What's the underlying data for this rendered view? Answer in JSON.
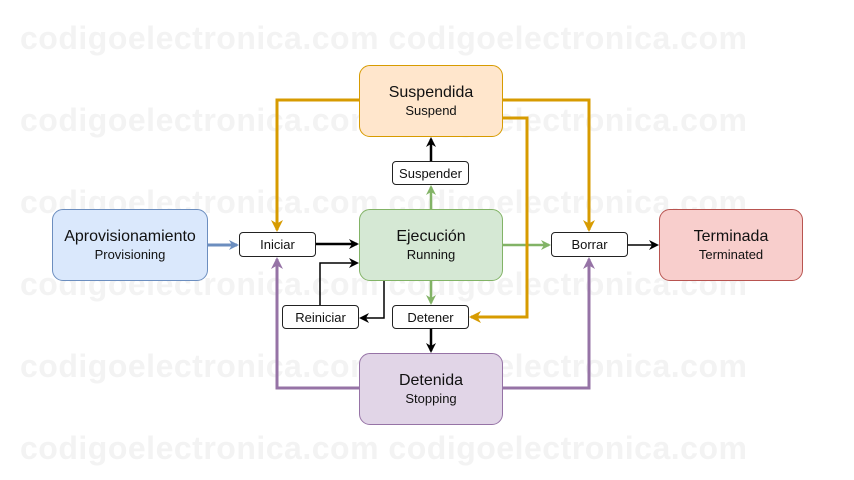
{
  "watermark": {
    "lines": [
      "codigoelectronica.com codigoelectronica.com",
      "codigoelectronica.com codigoelectronica.com",
      "codigoelectronica.com codigoelectronica.com",
      "codigoelectronica.com codigoelectronica.com",
      "codigoelectronica.com codigoelectronica.com",
      "codigoelectronica.com codigoelectronica.com"
    ]
  },
  "colors": {
    "provisioning_fill": "#dae8fc",
    "provisioning_stroke": "#6c8ebf",
    "suspend_fill": "#ffe6cc",
    "suspend_stroke": "#d79b00",
    "running_fill": "#d5e8d4",
    "running_stroke": "#82b366",
    "stopping_fill": "#e1d5e7",
    "stopping_stroke": "#9673a6",
    "terminated_fill": "#f8cecc",
    "terminated_stroke": "#b85450",
    "black_edge": "#000000"
  },
  "states": {
    "provisioning": {
      "title": "Aprovisionamiento",
      "subtitle": "Provisioning"
    },
    "suspend": {
      "title": "Suspendida",
      "subtitle": "Suspend"
    },
    "running": {
      "title": "Ejecución",
      "subtitle": "Running"
    },
    "stopping": {
      "title": "Detenida",
      "subtitle": "Stopping"
    },
    "terminated": {
      "title": "Terminada",
      "subtitle": "Terminated"
    }
  },
  "actions": {
    "start": "Iniciar",
    "delete": "Borrar",
    "suspend": "Suspender",
    "restart": "Reiniciar",
    "stop": "Detener"
  },
  "edges": [
    {
      "from": "Aprovisionamiento",
      "to": "Iniciar",
      "color": "blue"
    },
    {
      "from": "Iniciar",
      "to": "Ejecución",
      "color": "black"
    },
    {
      "from": "Ejecución",
      "to": "Suspender",
      "color": "green"
    },
    {
      "from": "Suspender",
      "to": "Suspendida",
      "color": "black"
    },
    {
      "from": "Ejecución",
      "to": "Borrar",
      "color": "green"
    },
    {
      "from": "Borrar",
      "to": "Terminada",
      "color": "black"
    },
    {
      "from": "Ejecución",
      "to": "Detener",
      "color": "green"
    },
    {
      "from": "Detener",
      "to": "Detenida",
      "color": "black"
    },
    {
      "from": "Ejecución",
      "to": "Reiniciar",
      "color": "black"
    },
    {
      "from": "Reiniciar",
      "to": "Ejecución",
      "color": "black"
    },
    {
      "from": "Suspendida",
      "to": "Iniciar",
      "color": "orange"
    },
    {
      "from": "Suspendida",
      "to": "Borrar",
      "color": "orange"
    },
    {
      "from": "Suspendida",
      "to": "Detener",
      "color": "orange"
    },
    {
      "from": "Detenida",
      "to": "Iniciar",
      "color": "purple"
    },
    {
      "from": "Detenida",
      "to": "Borrar",
      "color": "purple"
    }
  ]
}
